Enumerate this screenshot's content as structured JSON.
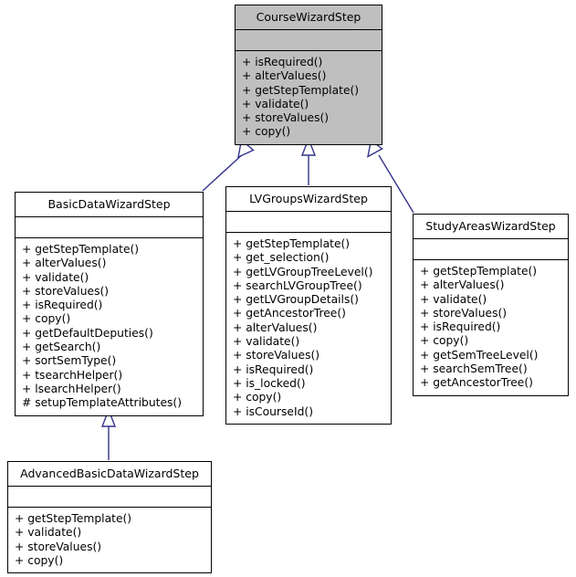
{
  "diagram": {
    "type": "uml-class-inheritance",
    "title": "CourseWizardStep class hierarchy",
    "edge_color": "#34348c",
    "base_fill": "#bfbfbf",
    "node_fill": "#ffffff",
    "border_color": "#000000"
  },
  "classes": [
    {
      "id": "course-wizard-step",
      "name": "CourseWizardStep",
      "highlighted": true,
      "attributes": [],
      "operations": [
        {
          "visibility": "+",
          "label": "+ isRequired()"
        },
        {
          "visibility": "+",
          "label": "+ alterValues()"
        },
        {
          "visibility": "+",
          "label": "+ getStepTemplate()"
        },
        {
          "visibility": "+",
          "label": "+ validate()"
        },
        {
          "visibility": "+",
          "label": "+ storeValues()"
        },
        {
          "visibility": "+",
          "label": "+ copy()"
        }
      ]
    },
    {
      "id": "basic-data-wizard-step",
      "name": "BasicDataWizardStep",
      "highlighted": false,
      "attributes": [],
      "operations": [
        {
          "visibility": "+",
          "label": "+ getStepTemplate()"
        },
        {
          "visibility": "+",
          "label": "+ alterValues()"
        },
        {
          "visibility": "+",
          "label": "+ validate()"
        },
        {
          "visibility": "+",
          "label": "+ storeValues()"
        },
        {
          "visibility": "+",
          "label": "+ isRequired()"
        },
        {
          "visibility": "+",
          "label": "+ copy()"
        },
        {
          "visibility": "+",
          "label": "+ getDefaultDeputies()"
        },
        {
          "visibility": "+",
          "label": "+ getSearch()"
        },
        {
          "visibility": "+",
          "label": "+ sortSemType()"
        },
        {
          "visibility": "+",
          "label": "+ tsearchHelper()"
        },
        {
          "visibility": "+",
          "label": "+ lsearchHelper()"
        },
        {
          "visibility": "#",
          "label": "# setupTemplateAttributes()"
        }
      ]
    },
    {
      "id": "lvgroups-wizard-step",
      "name": "LVGroupsWizardStep",
      "highlighted": false,
      "attributes": [],
      "operations": [
        {
          "visibility": "+",
          "label": "+ getStepTemplate()"
        },
        {
          "visibility": "+",
          "label": "+ get_selection()"
        },
        {
          "visibility": "+",
          "label": "+ getLVGroupTreeLevel()"
        },
        {
          "visibility": "+",
          "label": "+ searchLVGroupTree()"
        },
        {
          "visibility": "+",
          "label": "+ getLVGroupDetails()"
        },
        {
          "visibility": "+",
          "label": "+ getAncestorTree()"
        },
        {
          "visibility": "+",
          "label": "+ alterValues()"
        },
        {
          "visibility": "+",
          "label": "+ validate()"
        },
        {
          "visibility": "+",
          "label": "+ storeValues()"
        },
        {
          "visibility": "+",
          "label": "+ isRequired()"
        },
        {
          "visibility": "+",
          "label": "+ is_locked()"
        },
        {
          "visibility": "+",
          "label": "+ copy()"
        },
        {
          "visibility": "+",
          "label": "+ isCourseId()"
        }
      ]
    },
    {
      "id": "study-areas-wizard-step",
      "name": "StudyAreasWizardStep",
      "highlighted": false,
      "attributes": [],
      "operations": [
        {
          "visibility": "+",
          "label": "+ getStepTemplate()"
        },
        {
          "visibility": "+",
          "label": "+ alterValues()"
        },
        {
          "visibility": "+",
          "label": "+ validate()"
        },
        {
          "visibility": "+",
          "label": "+ storeValues()"
        },
        {
          "visibility": "+",
          "label": "+ isRequired()"
        },
        {
          "visibility": "+",
          "label": "+ copy()"
        },
        {
          "visibility": "+",
          "label": "+ getSemTreeLevel()"
        },
        {
          "visibility": "+",
          "label": "+ searchSemTree()"
        },
        {
          "visibility": "+",
          "label": "+ getAncestorTree()"
        }
      ]
    },
    {
      "id": "advanced-basic-data-wizard-step",
      "name": "AdvancedBasicDataWizardStep",
      "highlighted": false,
      "attributes": [],
      "operations": [
        {
          "visibility": "+",
          "label": "+ getStepTemplate()"
        },
        {
          "visibility": "+",
          "label": "+ validate()"
        },
        {
          "visibility": "+",
          "label": "+ storeValues()"
        },
        {
          "visibility": "+",
          "label": "+ copy()"
        }
      ]
    }
  ],
  "edges": [
    {
      "from": "basic-data-wizard-step",
      "to": "course-wizard-step",
      "kind": "generalization"
    },
    {
      "from": "lvgroups-wizard-step",
      "to": "course-wizard-step",
      "kind": "generalization"
    },
    {
      "from": "study-areas-wizard-step",
      "to": "course-wizard-step",
      "kind": "generalization"
    },
    {
      "from": "advanced-basic-data-wizard-step",
      "to": "basic-data-wizard-step",
      "kind": "generalization"
    }
  ]
}
